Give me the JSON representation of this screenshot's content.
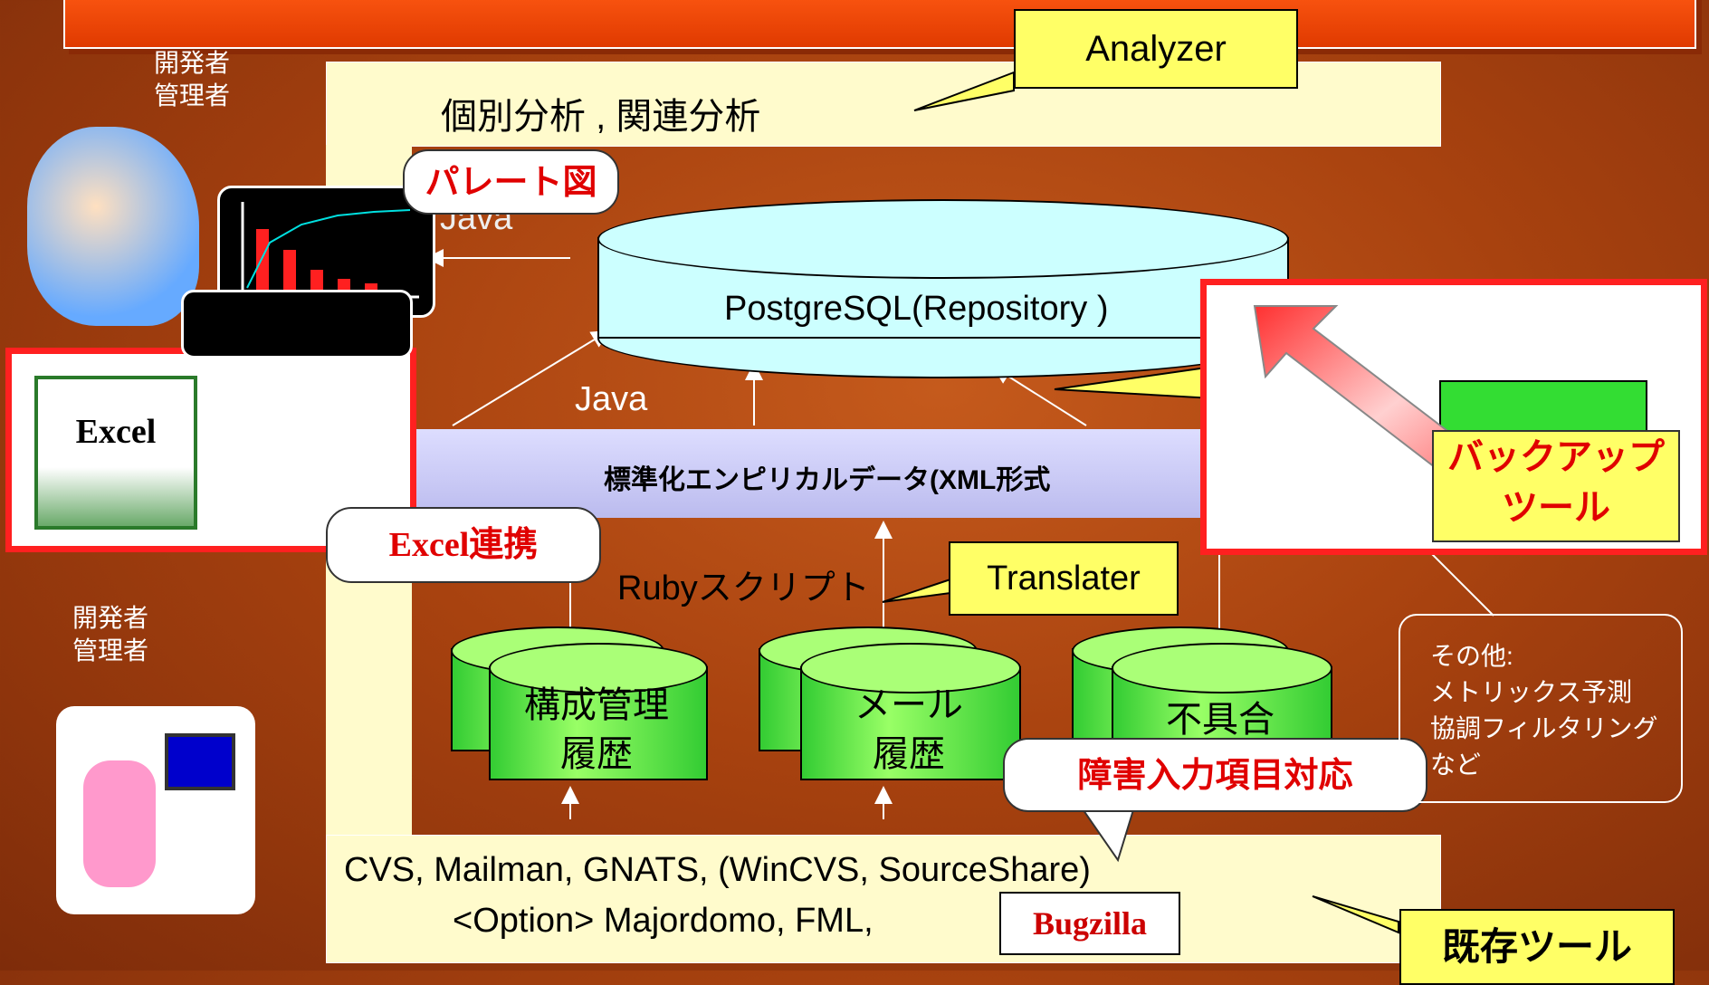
{
  "labels": {
    "analyzer": "Analyzer",
    "analysis": "個別分析 , 関連分析",
    "java_top": "Java",
    "postgres": "PostgreSQL(Repository )",
    "java_mid": "Java",
    "standard_data": "標準化エンピリカルデータ(XML形式",
    "ruby": "Rubyスクリプト",
    "translater": "Translater",
    "db1_line1": "構成管理",
    "db1_line2": "履歴",
    "db2_line1": "メール",
    "db2_line2": "履歴",
    "db3_line1": "不具合",
    "tools_line1": "CVS, Mailman, GNATS, (WinCVS, SourceShare)",
    "tools_line2": "<Option> Majordomo, FML,",
    "bugzilla": "Bugzilla",
    "existing_tools": "既存ツール",
    "others_line1": "その他:",
    "others_line2": "メトリックス予測",
    "others_line3": "協調フィルタリング",
    "others_line4": "など",
    "dev_top_1": "開発者",
    "dev_top_2": "管理者",
    "dev_bottom_1": "開発者",
    "dev_bottom_2": "管理者",
    "excel": "Excel",
    "excel_link": "Excel連携",
    "pareto": "パレート図",
    "backup_line1": "バックアップ",
    "backup_line2": "ツール",
    "fault_fields": "障害入力項目対応"
  },
  "colors": {
    "background": "#a8420f",
    "panel": "#fffbcc",
    "callout": "#ffff66",
    "cylinder_db": "#66ee44",
    "repository": "#ccffff",
    "xml_band": "#ccccff",
    "highlight_red": "#e00000"
  }
}
